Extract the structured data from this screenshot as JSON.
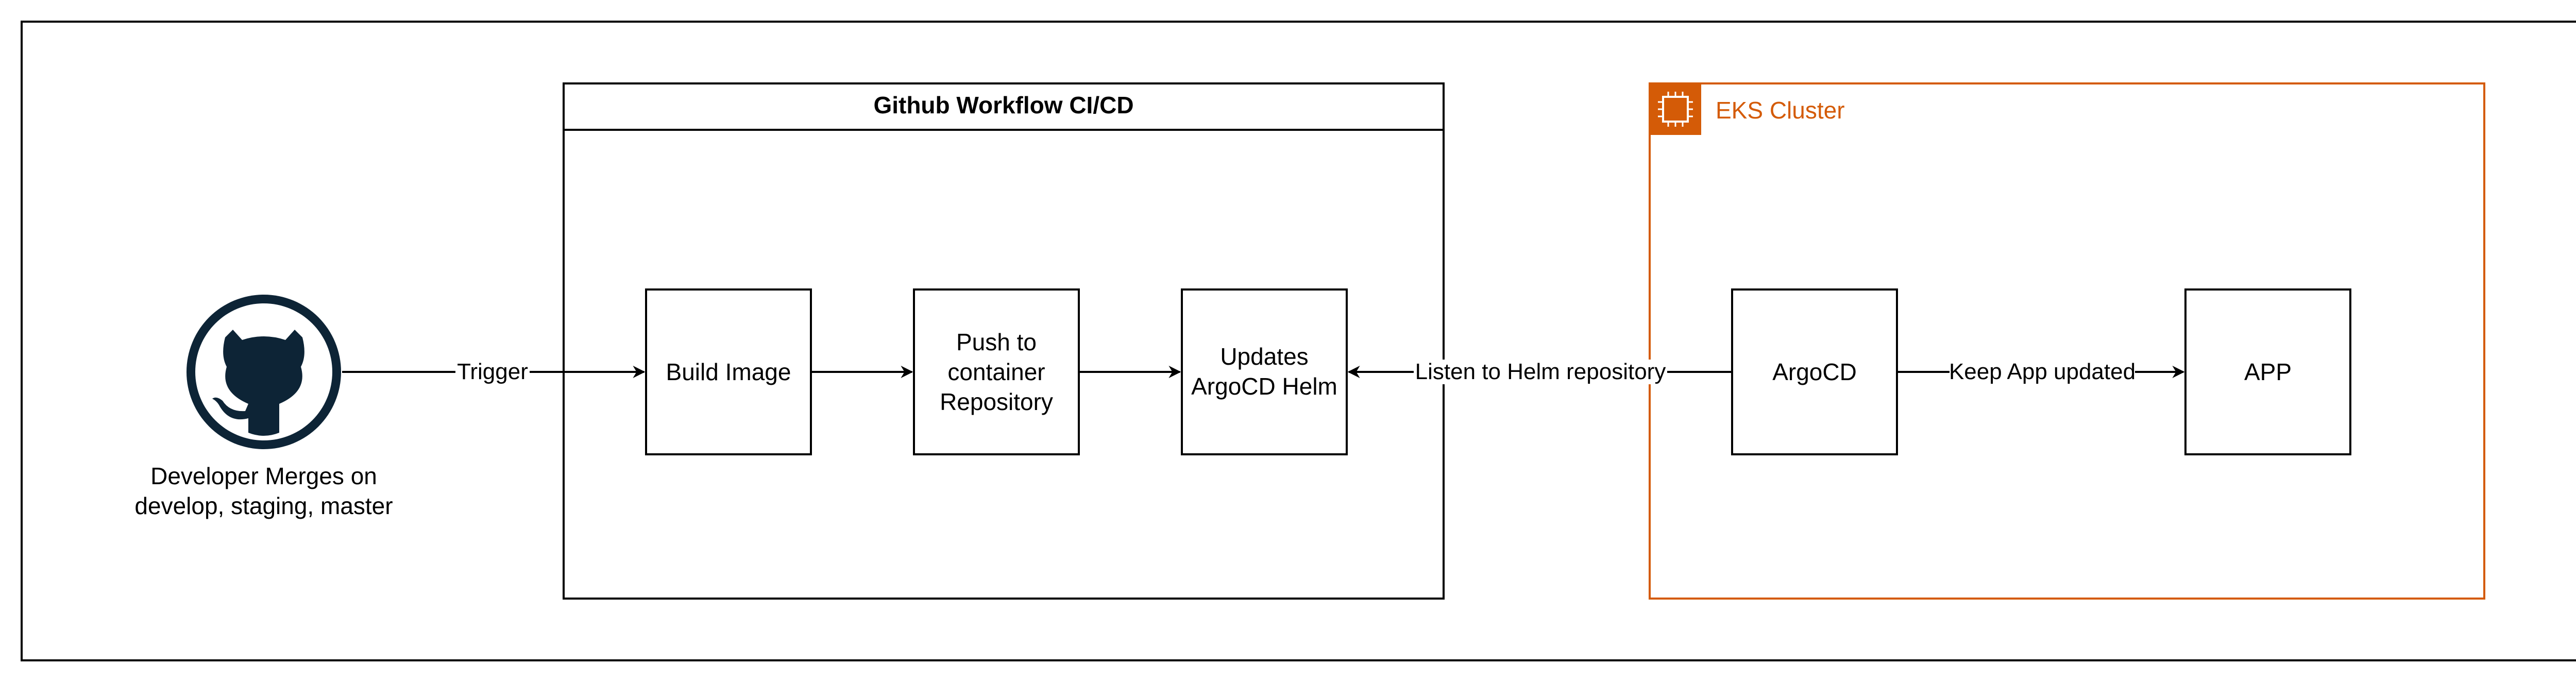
{
  "colors": {
    "stroke": "#000000",
    "eks_accent": "#d45b07",
    "github_icon": "#0d2436",
    "background": "#ffffff"
  },
  "developer": {
    "icon": "github-icon",
    "caption_line1": "Developer Merges on",
    "caption_line2": "develop, staging, master"
  },
  "workflow": {
    "title": "Github Workflow CI/CD",
    "steps": {
      "build": "Build Image",
      "push_line1": "Push to",
      "push_line2": "container",
      "push_line3": "Repository",
      "update_line1": "Updates",
      "update_line2": "ArgoCD Helm"
    }
  },
  "eks": {
    "title": "EKS Cluster",
    "icon": "cpu-chip-icon",
    "argocd": "ArgoCD",
    "app": "APP"
  },
  "edges": {
    "trigger": "Trigger",
    "listen": "Listen to Helm repository",
    "keep_updated": "Keep App updated"
  }
}
